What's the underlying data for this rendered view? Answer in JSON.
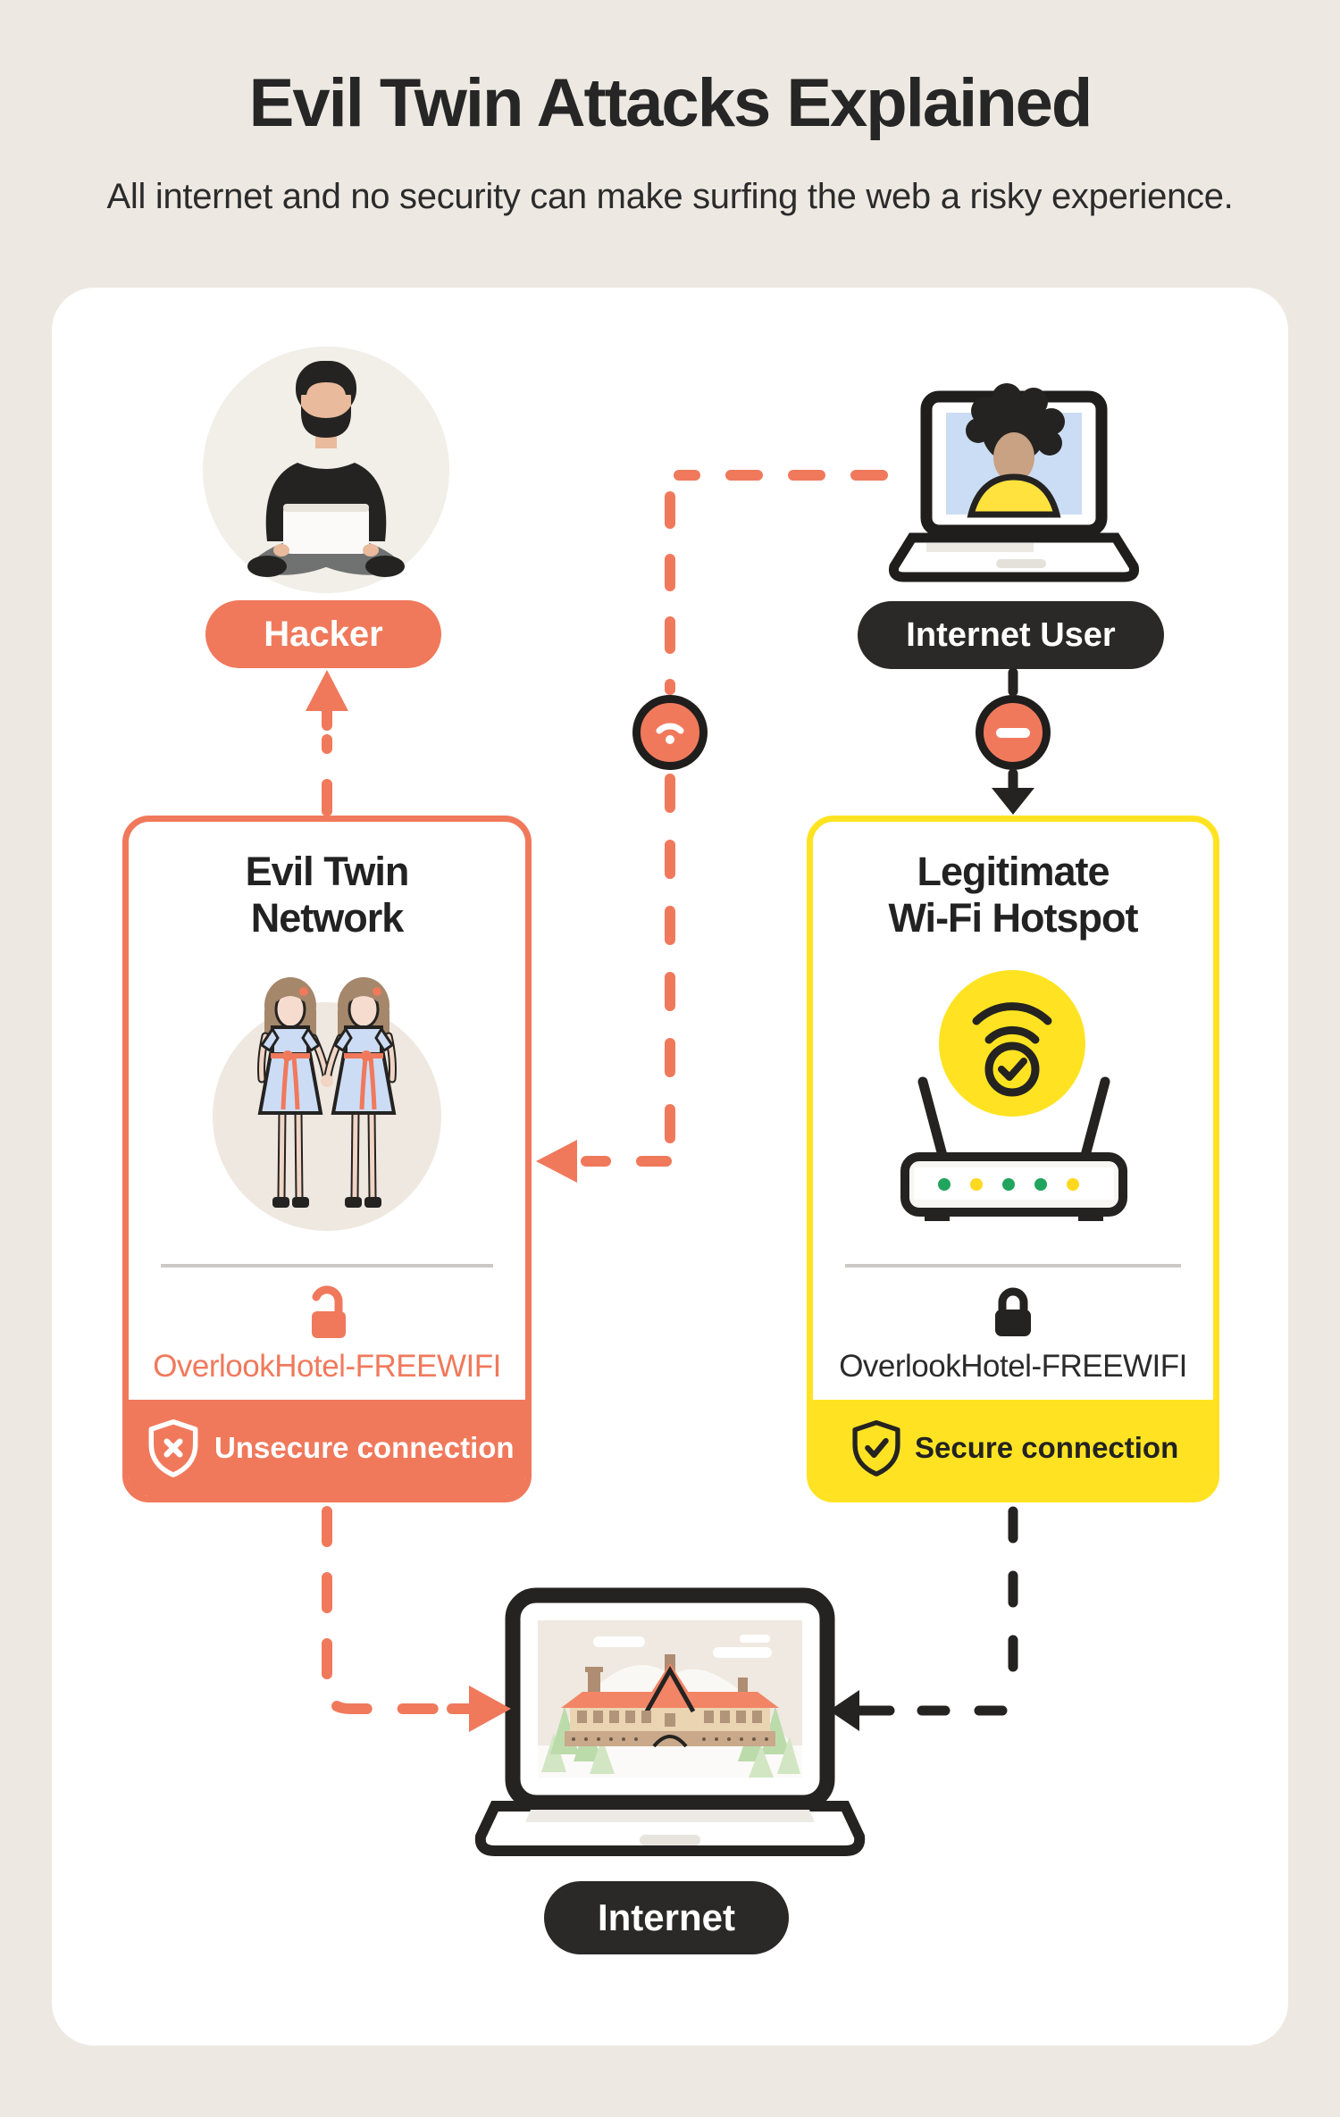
{
  "page": {
    "title": "Evil Twin Attacks Explained",
    "subtitle": "All internet and no security can make surfing the web a risky experience."
  },
  "nodes": {
    "hacker_label": "Hacker",
    "internet_user_label": "Internet User",
    "internet_label": "Internet"
  },
  "evil_twin": {
    "title_line1": "Evil Twin",
    "title_line2": "Network",
    "ssid": "OverlookHotel-FREEWIFI",
    "status": "Unsecure connection"
  },
  "legitimate": {
    "title_line1": "Legitimate",
    "title_line2": "Wi-Fi Hotspot",
    "ssid": "OverlookHotel-FREEWIFI",
    "status": "Secure connection"
  },
  "icons": {
    "wifi_badge": "wifi-icon",
    "blocked_badge": "minus-icon",
    "unsecure_lock": "unlocked-padlock-icon",
    "secure_lock": "locked-padlock-icon",
    "unsecure_shield": "shield-x-icon",
    "secure_shield": "shield-check-icon",
    "hotspot_emblem": "wifi-check-icon"
  },
  "colors": {
    "background": "#EDE9E2",
    "card": "#FFFFFF",
    "salmon": "#F0795C",
    "yellow": "#FFE322",
    "dark": "#2A2928",
    "text": "#262626",
    "divider": "#CBC9C6",
    "led_green": "#21A45D",
    "led_yellow": "#FFD91F"
  }
}
